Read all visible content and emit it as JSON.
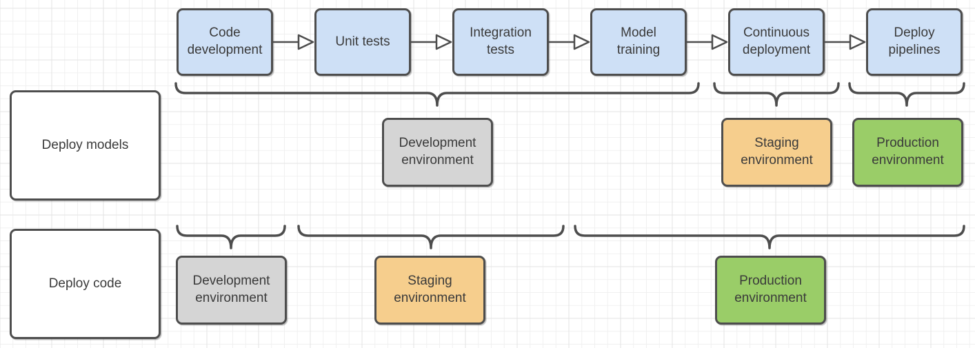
{
  "pipeline": {
    "steps": [
      "Code development",
      "Unit tests",
      "Integration tests",
      "Model training",
      "Continuous deployment",
      "Deploy pipelines"
    ]
  },
  "rows": {
    "deploy_models": {
      "label": "Deploy models",
      "environments": [
        "Development environment",
        "Staging environment",
        "Production environment"
      ]
    },
    "deploy_code": {
      "label": "Deploy code",
      "environments": [
        "Development environment",
        "Staging environment",
        "Production environment"
      ]
    }
  },
  "colors": {
    "step_fill": "#cee0f6",
    "development_fill": "#d5d5d5",
    "staging_fill": "#f6ce8d",
    "production_fill": "#9acd68",
    "shape_border": "#4d4d4d",
    "text": "#3a3a3a"
  }
}
